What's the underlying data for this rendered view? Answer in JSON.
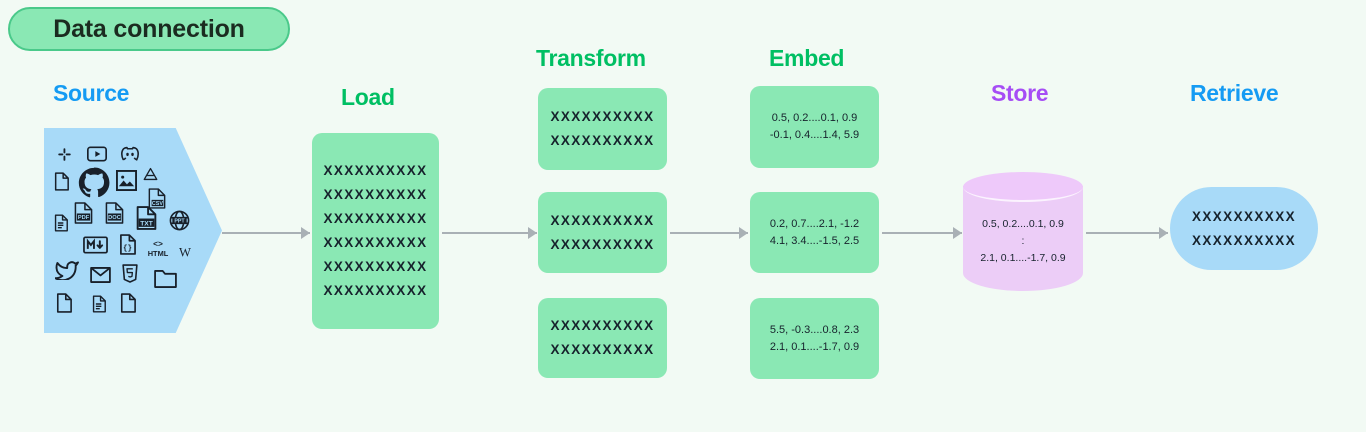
{
  "title": {
    "label": "Data connection"
  },
  "stages": [
    {
      "key": "source",
      "label": "Source",
      "color": "#159bf3"
    },
    {
      "key": "load",
      "label": "Load",
      "color": "#00bf63"
    },
    {
      "key": "transform",
      "label": "Transform",
      "color": "#00bf63"
    },
    {
      "key": "embed",
      "label": "Embed",
      "color": "#00bf63"
    },
    {
      "key": "store",
      "label": "Store",
      "color": "#a64df5"
    },
    {
      "key": "retrieve",
      "label": "Retrieve",
      "color": "#159bf3"
    }
  ],
  "colors": {
    "background": "#f2faf4",
    "green_fill": "#8ae8b4",
    "green_border": "#4ac98a",
    "blue_fill": "#a8daf8",
    "purple_fill": "#eccdf7",
    "purple_top": "#eec9fa",
    "arrow": "#a9b0b5",
    "text": "#16222c"
  },
  "source": {
    "shape": "pentagon-arrow-right",
    "icons": [
      "slack-icon",
      "youtube-icon",
      "discord-icon",
      "file-blank-icon",
      "github-icon",
      "image-icon",
      "google-drive-icon",
      "csv-file-icon",
      "file-lines-icon",
      "pdf-file-icon",
      "doc-file-icon",
      "txt-file-icon",
      "ppt-file-icon",
      "markdown-icon",
      "code-file-icon",
      "html-icon",
      "wikipedia-icon",
      "twitter-icon",
      "email-icon",
      "html5-shield-icon",
      "folder-icon",
      "file-blank-2-icon",
      "file-lines-2-icon",
      "file-blank-3-icon"
    ]
  },
  "load": {
    "rows": [
      "XXXXXXXXXX",
      "XXXXXXXXXX",
      "XXXXXXXXXX",
      "XXXXXXXXXX",
      "XXXXXXXXXX",
      "XXXXXXXXXX"
    ]
  },
  "transform": {
    "boxes": [
      {
        "rows": [
          "XXXXXXXXXX",
          "XXXXXXXXXX"
        ]
      },
      {
        "rows": [
          "XXXXXXXXXX",
          "XXXXXXXXXX"
        ]
      },
      {
        "rows": [
          "XXXXXXXXXX",
          "XXXXXXXXXX"
        ]
      }
    ]
  },
  "embed": {
    "boxes": [
      {
        "rows": [
          "0.5, 0.2....0.1, 0.9",
          "-0.1, 0.4....1.4, 5.9"
        ]
      },
      {
        "rows": [
          "0.2, 0.7....2.1, -1.2",
          "4.1, 3.4....-1.5, 2.5"
        ]
      },
      {
        "rows": [
          "5.5, -0.3....0.8, 2.3",
          "2.1, 0.1....-1.7, 0.9"
        ]
      }
    ]
  },
  "store": {
    "shape": "cylinder-database",
    "rows": [
      "0.5, 0.2....0.1, 0.9",
      ":",
      "2.1, 0.1....-1.7, 0.9"
    ]
  },
  "retrieve": {
    "rows": [
      "XXXXXXXXXX",
      "XXXXXXXXXX"
    ]
  },
  "arrows": [
    {
      "from": "source",
      "to": "load"
    },
    {
      "from": "load",
      "to": "transform"
    },
    {
      "from": "transform",
      "to": "embed"
    },
    {
      "from": "embed",
      "to": "store"
    },
    {
      "from": "store",
      "to": "retrieve"
    }
  ]
}
